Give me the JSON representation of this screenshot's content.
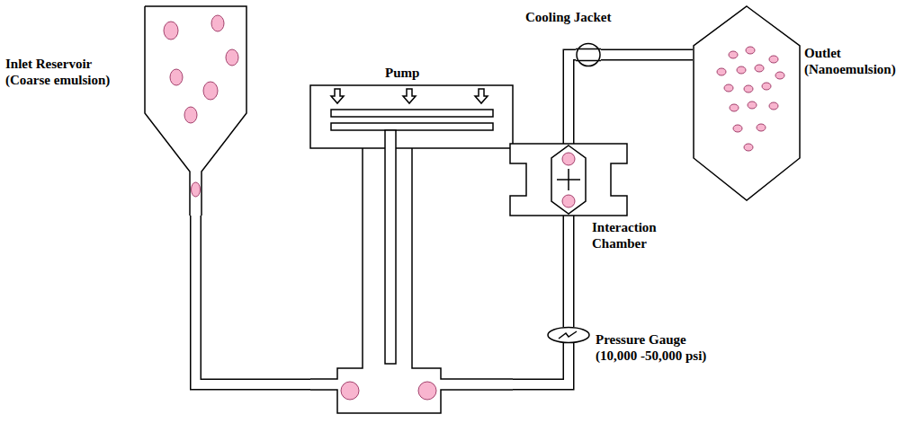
{
  "diagram": {
    "nodes": [
      {
        "text": [
          "Inlet Reservoir (Coarse emulsion)"
        ]
      },
      {
        "text": [
          "Pump"
        ]
      },
      {
        "text": [
          "Pressure Gauge (10,000 -50,000 psi)"
        ]
      },
      {
        "text": [
          "Interaction Chamber"
        ]
      },
      {
        "text": [
          "Cooling Jacket"
        ]
      },
      {
        "text": [
          "Outlet (Nanoemulsion)"
        ]
      }
    ],
    "edges": [
      {
        "from": 0,
        "to": 1,
        "arrow": "none"
      },
      {
        "from": 1,
        "to": 2,
        "arrow": "none"
      },
      {
        "from": 2,
        "to": 3,
        "arrow": "none"
      },
      {
        "from": 3,
        "to": 4,
        "arrow": "none"
      },
      {
        "from": 4,
        "to": 5,
        "arrow": "none"
      }
    ]
  }
}
